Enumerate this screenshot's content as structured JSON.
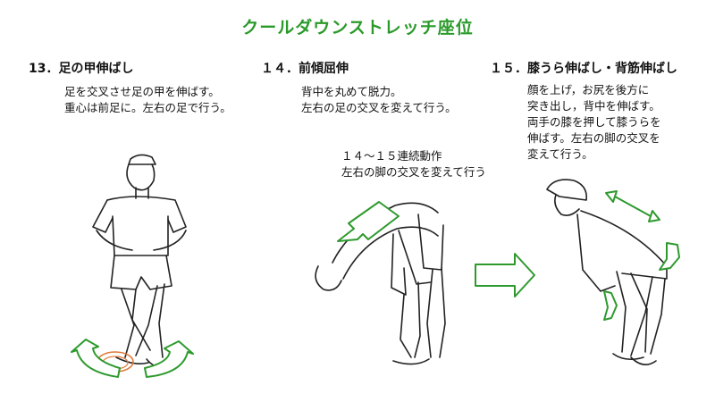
{
  "title": "クールダウンストレッチ座位",
  "sections": [
    {
      "heading": "13．足の甲伸ばし",
      "lines": [
        "足を交叉させ足の甲を伸ばす。",
        "重心は前足に。左右の足で行う。"
      ]
    },
    {
      "heading": "１４．前傾屈伸",
      "lines": [
        "背中を丸めて脱力。",
        "左右の足の交叉を変えて行う。"
      ]
    },
    {
      "heading": "１５．膝うら伸ばし・背筋伸ばし",
      "lines": [
        "顔を上げ，お尻を後方に",
        "突き出し，背中を伸ばす。",
        "両手の膝を押して膝うらを",
        "伸ばす。左右の脚の交叉を",
        "変えて行う。"
      ]
    }
  ],
  "caption": {
    "lines": [
      "１４～１５連続動作",
      "左右の脚の交叉を変えて行う"
    ]
  },
  "colors": {
    "title": "#2a9a2a",
    "arrow": "#2e9a2e",
    "highlight": "#e07a3a",
    "line_art": "#222222"
  }
}
